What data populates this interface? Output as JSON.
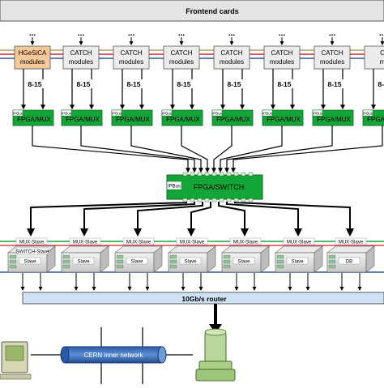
{
  "frontend": {
    "label": "Frontend cards"
  },
  "ellipsis": "...",
  "modules": [
    {
      "line1": "HGeSiCA",
      "line2": "modules",
      "variant": "hgesica"
    },
    {
      "line1": "CATCH",
      "line2": "modules",
      "variant": "catch"
    },
    {
      "line1": "CATCH",
      "line2": "modules",
      "variant": "catch"
    },
    {
      "line1": "CATCH",
      "line2": "modules",
      "variant": "catch"
    },
    {
      "line1": "CATCH",
      "line2": "modules",
      "variant": "catch"
    },
    {
      "line1": "CATCH",
      "line2": "modules",
      "variant": "catch"
    },
    {
      "line1": "CATCH",
      "line2": "modules",
      "variant": "catch"
    },
    {
      "line1": "C",
      "line2": "m",
      "variant": "catch"
    }
  ],
  "link_count": "8-15",
  "fpga_mux": {
    "label": "FPGA/MUX",
    "tag": "IPBus"
  },
  "fpga_switch": {
    "label": "FPGA/SWITCH",
    "tag": "IPBus"
  },
  "servers": [
    {
      "top": "MUX-Slave",
      "mid": "SWITCH-Slave",
      "low": "Slave"
    },
    {
      "top": "MUX-Slave",
      "mid": "",
      "low": "Slave"
    },
    {
      "top": "MUX-Slave",
      "mid": "",
      "low": "Slave"
    },
    {
      "top": "MUX-Slave",
      "mid": "",
      "low": "Slave"
    },
    {
      "top": "MUX-Slave",
      "mid": "",
      "low": "Slave"
    },
    {
      "top": "MUX-Slave",
      "mid": "",
      "low": "Slave"
    },
    {
      "top": "MUX-Slave",
      "mid": "",
      "low": "DB"
    }
  ],
  "router": {
    "label": "10Gb/s router"
  },
  "network": {
    "label": "CERN inner network"
  },
  "colors": {
    "fpga_green": "#13a538",
    "module_grey": "#ececec",
    "module_orange": "#f7c89a",
    "router_blue": "#cfe3f5",
    "network_blue": "#3d6fb6",
    "red_line": "#c8202a",
    "blue_line": "#2d55a0",
    "tan_line": "#b09a6a"
  }
}
